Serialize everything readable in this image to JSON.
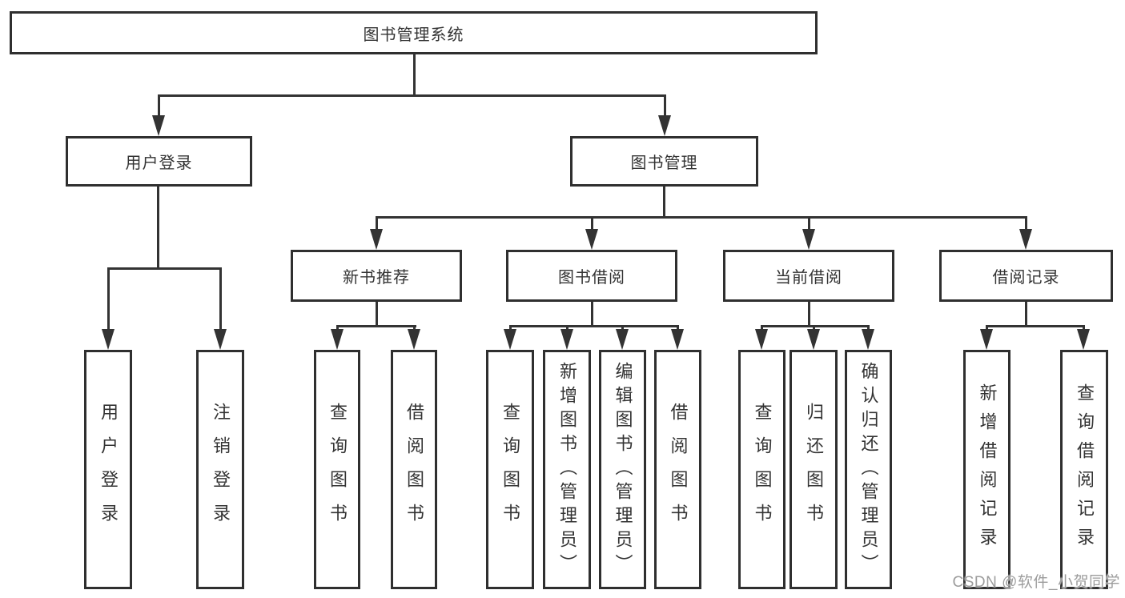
{
  "tree": {
    "label": "图书管理系统",
    "children": [
      {
        "label": "用户登录",
        "children": [
          {
            "label": "用户登录"
          },
          {
            "label": "注销登录"
          }
        ]
      },
      {
        "label": "图书管理",
        "children": [
          {
            "label": "新书推荐",
            "children": [
              {
                "label": "查询图书"
              },
              {
                "label": "借阅图书"
              }
            ]
          },
          {
            "label": "图书借阅",
            "children": [
              {
                "label": "查询图书"
              },
              {
                "label": "新增图书（管理员）"
              },
              {
                "label": "编辑图书（管理员）"
              },
              {
                "label": "借阅图书"
              }
            ]
          },
          {
            "label": "当前借阅",
            "children": [
              {
                "label": "查询图书"
              },
              {
                "label": "归还图书"
              },
              {
                "label": "确认归还（管理员）"
              }
            ]
          },
          {
            "label": "借阅记录",
            "children": [
              {
                "label": "新增借阅记录"
              },
              {
                "label": "查询借阅记录"
              }
            ]
          }
        ]
      }
    ]
  },
  "watermark": "CSDN @软件_小贺同学",
  "colors": {
    "line": "#333333",
    "box_border": "#2f2f2f",
    "text": "#333333",
    "watermark_text": "#9c9c9c",
    "background": "#ffffff"
  }
}
